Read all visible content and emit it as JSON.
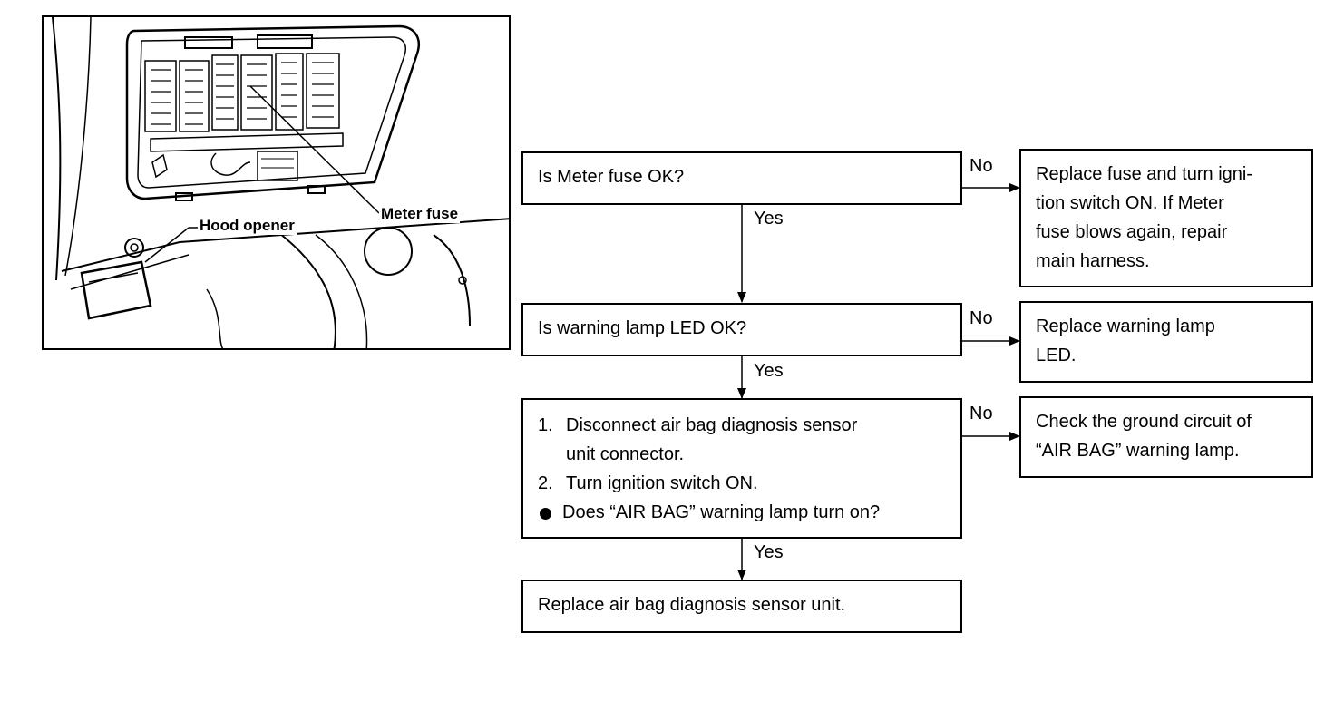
{
  "illustration": {
    "callouts": {
      "hood_opener": "Hood opener",
      "meter_fuse": "Meter fuse"
    }
  },
  "flowchart": {
    "q1": {
      "question": "Is Meter fuse OK?"
    },
    "r1": {
      "lines": [
        "Replace fuse and turn igni-",
        "tion switch ON. If Meter",
        "fuse blows again, repair",
        "main harness."
      ]
    },
    "q2": {
      "question": "Is warning lamp LED OK?"
    },
    "r2": {
      "lines": [
        "Replace warning lamp",
        "LED."
      ]
    },
    "q3": {
      "steps": [
        {
          "marker": "1.",
          "lines": [
            "Disconnect air bag diagnosis sensor",
            "unit connector."
          ]
        },
        {
          "marker": "2.",
          "lines": [
            "Turn ignition switch ON."
          ]
        },
        {
          "marker": "bullet",
          "lines": [
            "Does “AIR BAG” warning lamp turn on?"
          ]
        }
      ]
    },
    "r3": {
      "lines": [
        "Check the ground circuit of",
        "“AIR BAG” warning lamp."
      ]
    },
    "final": {
      "text": "Replace air bag diagnosis sensor unit."
    },
    "labels": {
      "yes": "Yes",
      "no": "No"
    }
  }
}
